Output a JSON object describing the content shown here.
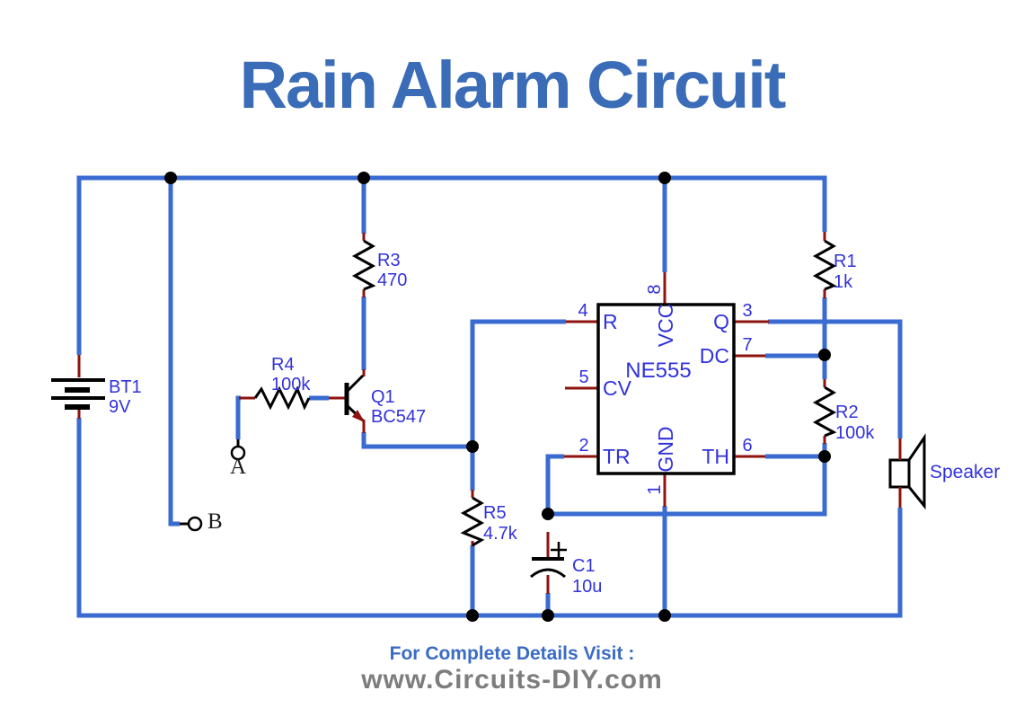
{
  "title": "Rain Alarm Circuit",
  "footer": {
    "line1": "For Complete Details Visit :",
    "line2": "www.Circuits-DIY.com"
  },
  "colors": {
    "wire_blue": "#3a6bd0",
    "pin_lead_red": "#8e130e",
    "label_blue": "#3232dc",
    "component_black": "#000000",
    "title_blue": "#3b6cb7",
    "footer_heading_blue": "#3a6cc4",
    "footer_site_gray": "#7d7d7d"
  },
  "components": {
    "battery": {
      "ref": "BT1",
      "value": "9V"
    },
    "r1": {
      "ref": "R1",
      "value": "1k"
    },
    "r2": {
      "ref": "R2",
      "value": "100k"
    },
    "r3": {
      "ref": "R3",
      "value": "470"
    },
    "r4": {
      "ref": "R4",
      "value": "100k"
    },
    "r5": {
      "ref": "R5",
      "value": "4.7k"
    },
    "q1": {
      "ref": "Q1",
      "value": "BC547"
    },
    "c1": {
      "ref": "C1",
      "value": "10u",
      "polarity": "+"
    },
    "speaker": {
      "label": "Speaker"
    },
    "probe_a": {
      "label": "A"
    },
    "probe_b": {
      "label": "B"
    },
    "ic": {
      "name": "NE555",
      "pins": [
        {
          "num": "8",
          "label": "VCC"
        },
        {
          "num": "4",
          "label": "R"
        },
        {
          "num": "5",
          "label": "CV"
        },
        {
          "num": "2",
          "label": "TR"
        },
        {
          "num": "3",
          "label": "Q"
        },
        {
          "num": "7",
          "label": "DC"
        },
        {
          "num": "6",
          "label": "TH"
        },
        {
          "num": "1",
          "label": "GND"
        }
      ]
    }
  }
}
